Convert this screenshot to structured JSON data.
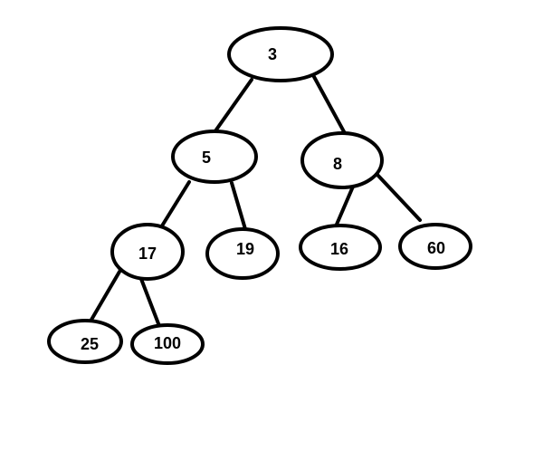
{
  "tree": {
    "nodes": [
      {
        "id": "n3",
        "label": "3"
      },
      {
        "id": "n5",
        "label": "5"
      },
      {
        "id": "n8",
        "label": "8"
      },
      {
        "id": "n17",
        "label": "17"
      },
      {
        "id": "n19",
        "label": "19"
      },
      {
        "id": "n16",
        "label": "16"
      },
      {
        "id": "n60",
        "label": "60"
      },
      {
        "id": "n25",
        "label": "25"
      },
      {
        "id": "n100",
        "label": "100"
      }
    ],
    "edges": [
      {
        "from": "n3",
        "to": "n5"
      },
      {
        "from": "n3",
        "to": "n8"
      },
      {
        "from": "n5",
        "to": "n17"
      },
      {
        "from": "n5",
        "to": "n19"
      },
      {
        "from": "n8",
        "to": "n16"
      },
      {
        "from": "n8",
        "to": "n60"
      },
      {
        "from": "n17",
        "to": "n25"
      },
      {
        "from": "n17",
        "to": "n100"
      }
    ],
    "stroke_color": "#000000",
    "fill_color": "#ffffff"
  }
}
